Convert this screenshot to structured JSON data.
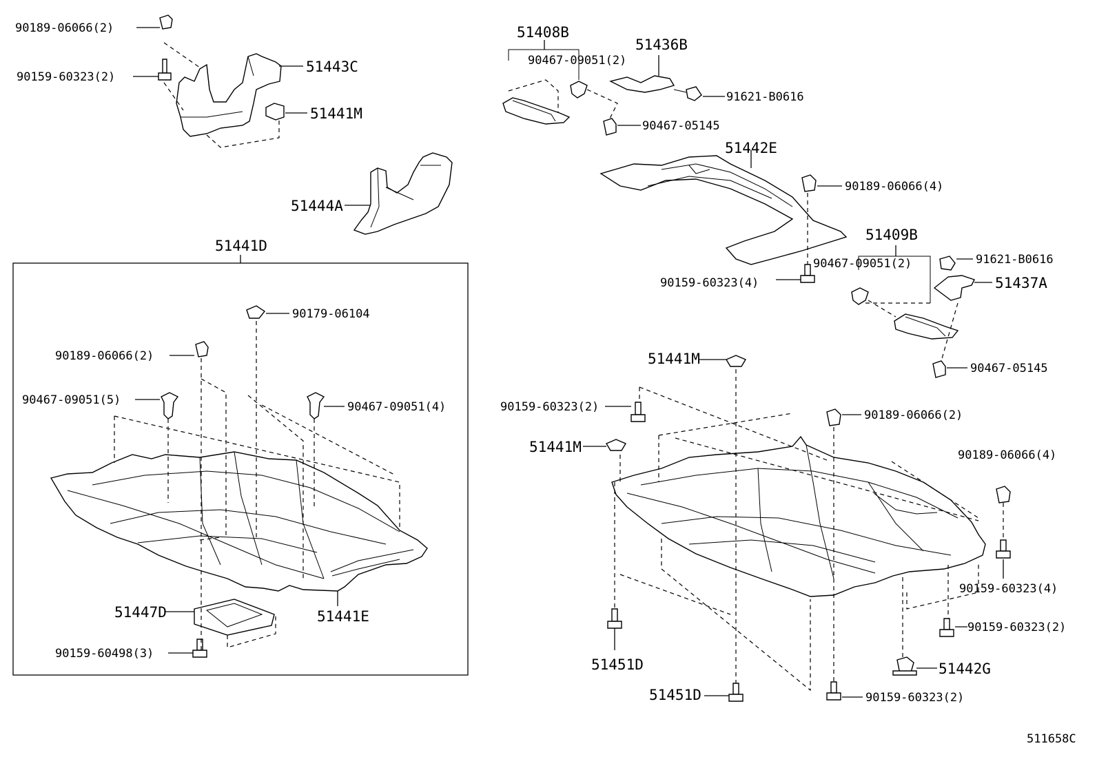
{
  "labels": {
    "p90189_06066_tl": "90189-06066(2)",
    "p90159_60323_tl": "90159-60323(2)",
    "p51443C": "51443C",
    "p51441M_top": "51441M",
    "p51444A": "51444A",
    "p51441D": "51441D",
    "p90179_06104": "90179-06104",
    "p90189_06066_box": "90189-06066(2)",
    "p90467_09051_5": "90467-09051(5)",
    "p90467_09051_4": "90467-09051(4)",
    "p51447D": "51447D",
    "p51441E": "51441E",
    "p90159_60498": "90159-60498(3)",
    "p51408B": "51408B",
    "p90467_09051_2a": "90467-09051(2)",
    "p51436B": "51436B",
    "p91621_B0616_a": "91621-B0616",
    "p90467_05145_a": "90467-05145",
    "p51442E": "51442E",
    "p90189_06066_4a": "90189-06066(4)",
    "p51409B": "51409B",
    "p90467_09051_2b": "90467-09051(2)",
    "p91621_B0616_b": "91621-B0616",
    "p51437A": "51437A",
    "p90159_60323_4a": "90159-60323(4)",
    "p90467_05145_b": "90467-05145",
    "p51441M_r1": "51441M",
    "p90159_60323_2r": "90159-60323(2)",
    "p90189_06066_2r": "90189-06066(2)",
    "p51441M_r2": "51441M",
    "p90189_06066_4b": "90189-06066(4)",
    "p90159_60323_4b": "90159-60323(4)",
    "p90159_60323_2b": "90159-60323(2)",
    "p51451D_a": "51451D",
    "p51442G": "51442G",
    "p51451D_b": "51451D",
    "p90159_60323_2c": "90159-60323(2)",
    "drawing_id": "511658C"
  }
}
